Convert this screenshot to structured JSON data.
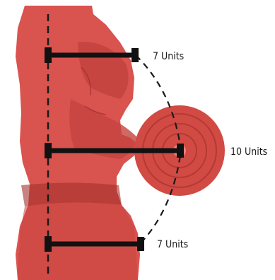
{
  "labels": {
    "upper": "7 Units",
    "middle": "10 Units",
    "lower": "7 Units"
  },
  "colors": {
    "body_red": "#d9534f",
    "body_dark": "#b63a35",
    "body_shadow": "#a3302c",
    "plate_red": "#d14a44",
    "plate_dark": "#a8322d",
    "bar_black": "#111111",
    "dash": "#1a1a1a"
  }
}
